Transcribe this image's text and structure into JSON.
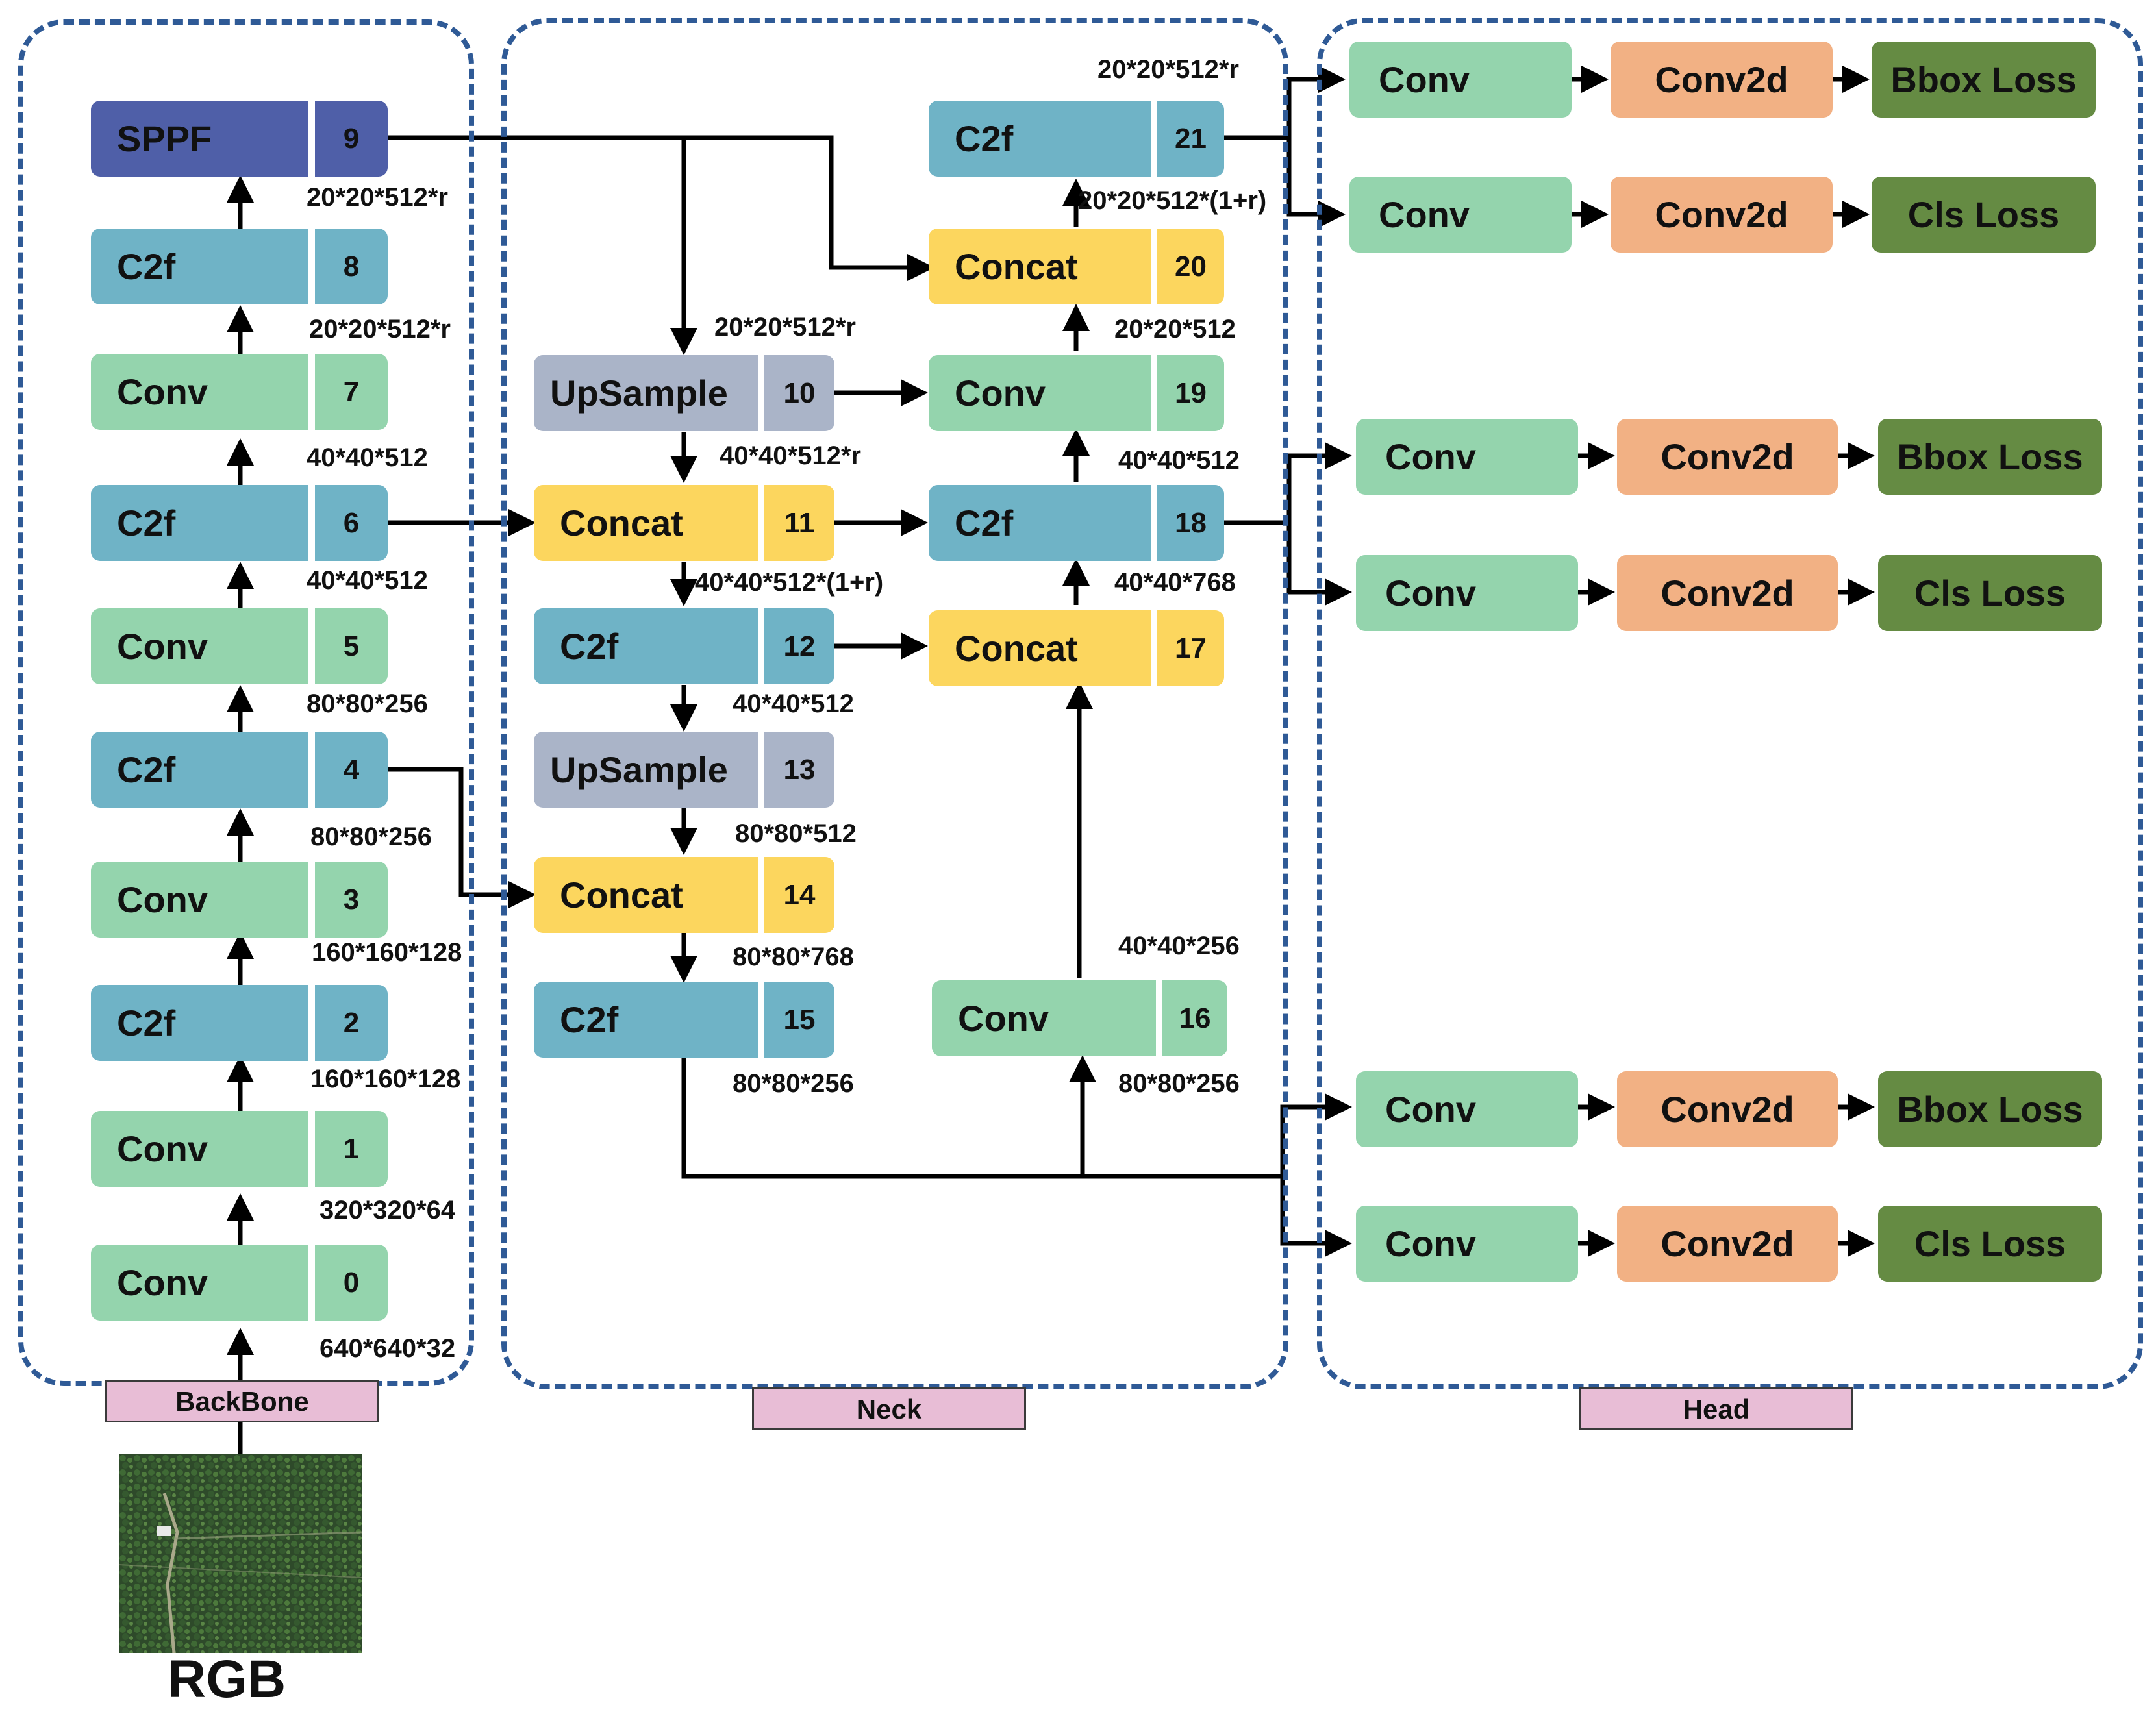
{
  "groups": {
    "backbone": "BackBone",
    "neck": "Neck",
    "head": "Head"
  },
  "input_label": "RGB",
  "backbone": {
    "b0": {
      "name": "Conv",
      "id": "0"
    },
    "b1": {
      "name": "Conv",
      "id": "1"
    },
    "b2": {
      "name": "C2f",
      "id": "2"
    },
    "b3": {
      "name": "Conv",
      "id": "3"
    },
    "b4": {
      "name": "C2f",
      "id": "4"
    },
    "b5": {
      "name": "Conv",
      "id": "5"
    },
    "b6": {
      "name": "C2f",
      "id": "6"
    },
    "b7": {
      "name": "Conv",
      "id": "7"
    },
    "b8": {
      "name": "C2f",
      "id": "8"
    },
    "b9": {
      "name": "SPPF",
      "id": "9"
    }
  },
  "neck": {
    "b10": {
      "name": "UpSample",
      "id": "10"
    },
    "b11": {
      "name": "Concat",
      "id": "11"
    },
    "b12": {
      "name": "C2f",
      "id": "12"
    },
    "b13": {
      "name": "UpSample",
      "id": "13"
    },
    "b14": {
      "name": "Concat",
      "id": "14"
    },
    "b15": {
      "name": "C2f",
      "id": "15"
    },
    "b16": {
      "name": "Conv",
      "id": "16"
    },
    "b17": {
      "name": "Concat",
      "id": "17"
    },
    "b18": {
      "name": "C2f",
      "id": "18"
    },
    "b19": {
      "name": "Conv",
      "id": "19"
    },
    "b20": {
      "name": "Concat",
      "id": "20"
    },
    "b21": {
      "name": "C2f",
      "id": "21"
    }
  },
  "head": {
    "conv": "Conv",
    "conv2d": "Conv2d",
    "bbox_loss": "Bbox Loss",
    "cls_loss": "Cls Loss"
  },
  "dims": {
    "d0": "640*640*32",
    "d1": "320*320*64",
    "d2": "160*160*128",
    "d3": "160*160*128",
    "d4": "80*80*256",
    "d5": "80*80*256",
    "d6": "40*40*512",
    "d7": "40*40*512",
    "d8": "20*20*512*r",
    "d9": "20*20*512*r",
    "d10": "20*20*512*r",
    "d11": "40*40*512*r",
    "d12": "40*40*512*(1+r)",
    "d13": "40*40*512",
    "d14": "80*80*512",
    "d15": "80*80*768",
    "d16": "80*80*256",
    "d17": "80*80*256",
    "d18": "40*40*256",
    "d19": "40*40*768",
    "d20": "40*40*512",
    "d21": "20*20*512",
    "d22": "20*20*512*(1+r)",
    "d23": "20*20*512*r"
  }
}
